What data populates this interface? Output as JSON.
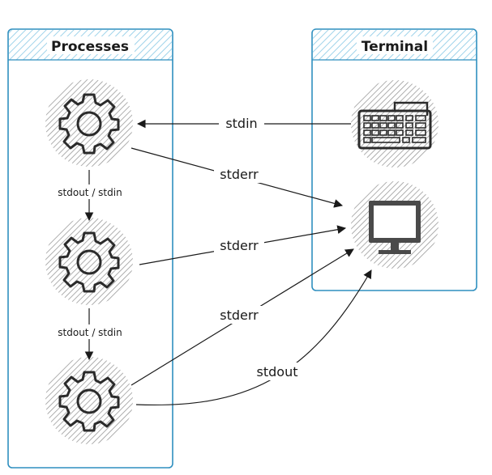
{
  "groups": {
    "processes": "Processes",
    "terminal": "Terminal"
  },
  "edges": {
    "stdin_keyboard": "stdin",
    "pipe_1": "stdout / stdin",
    "pipe_2": "stdout / stdin",
    "stderr_1": "stderr",
    "stderr_2": "stderr",
    "stderr_3": "stderr",
    "stdout_3": "stdout"
  },
  "icons": {
    "process": "gear-icon",
    "input": "keyboard-icon",
    "output": "monitor-icon"
  },
  "colors": {
    "box_border": "#2f8fbf",
    "hatch_header": "#9fd3ea",
    "hatch_circle": "#9a9a9a",
    "ink": "#1a1a1a"
  }
}
